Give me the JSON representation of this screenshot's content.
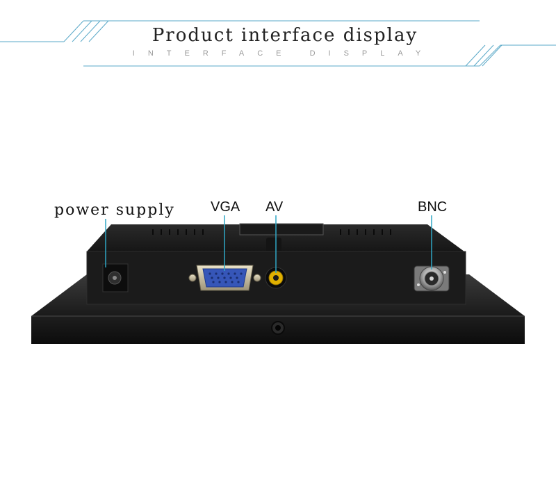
{
  "header": {
    "title": "Product interface display",
    "subtitle": "INTERFACE DISPLAY"
  },
  "labels": {
    "power": "power supply",
    "vga": "VGA",
    "av": "AV",
    "bnc": "BNC"
  },
  "colors": {
    "accent_line": "#5aa9c8",
    "leader_line": "#2fa6c4",
    "device_body": "#222222",
    "av_jack": "#e0b000",
    "vga_port": "#3656b8"
  }
}
